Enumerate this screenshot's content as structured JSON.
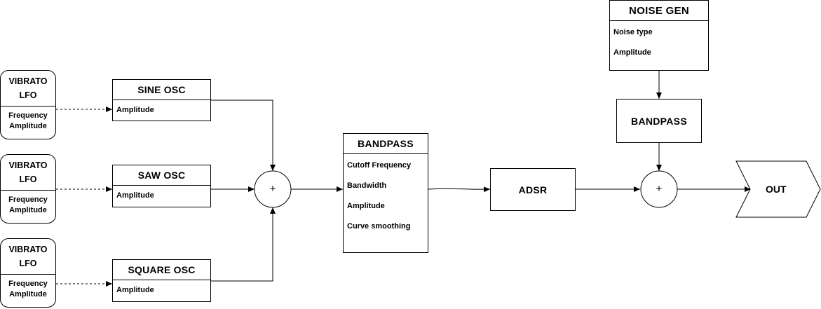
{
  "lfos": [
    {
      "title_line1": "VIBRATO",
      "title_line2": "LFO",
      "field1": "Frequency",
      "field2": "Amplitude"
    },
    {
      "title_line1": "VIBRATO",
      "title_line2": "LFO",
      "field1": "Frequency",
      "field2": "Amplitude"
    },
    {
      "title_line1": "VIBRATO",
      "title_line2": "LFO",
      "field1": "Frequency",
      "field2": "Amplitude"
    }
  ],
  "oscillators": [
    {
      "title": "SINE OSC",
      "field": "Amplitude"
    },
    {
      "title": "SAW OSC",
      "field": "Amplitude"
    },
    {
      "title": "SQUARE OSC",
      "field": "Amplitude"
    }
  ],
  "bandpass_main": {
    "title": "BANDPASS",
    "fields": [
      "Cutoff Frequency",
      "Bandwidth",
      "Amplitude",
      "Curve smoothing"
    ]
  },
  "noise_gen": {
    "title": "NOISE GEN",
    "fields": [
      "Noise type",
      "Amplitude"
    ]
  },
  "bandpass_noise": {
    "title": "BANDPASS"
  },
  "adsr": {
    "title": "ADSR"
  },
  "summer_symbol": "+",
  "output": {
    "title": "OUT"
  }
}
